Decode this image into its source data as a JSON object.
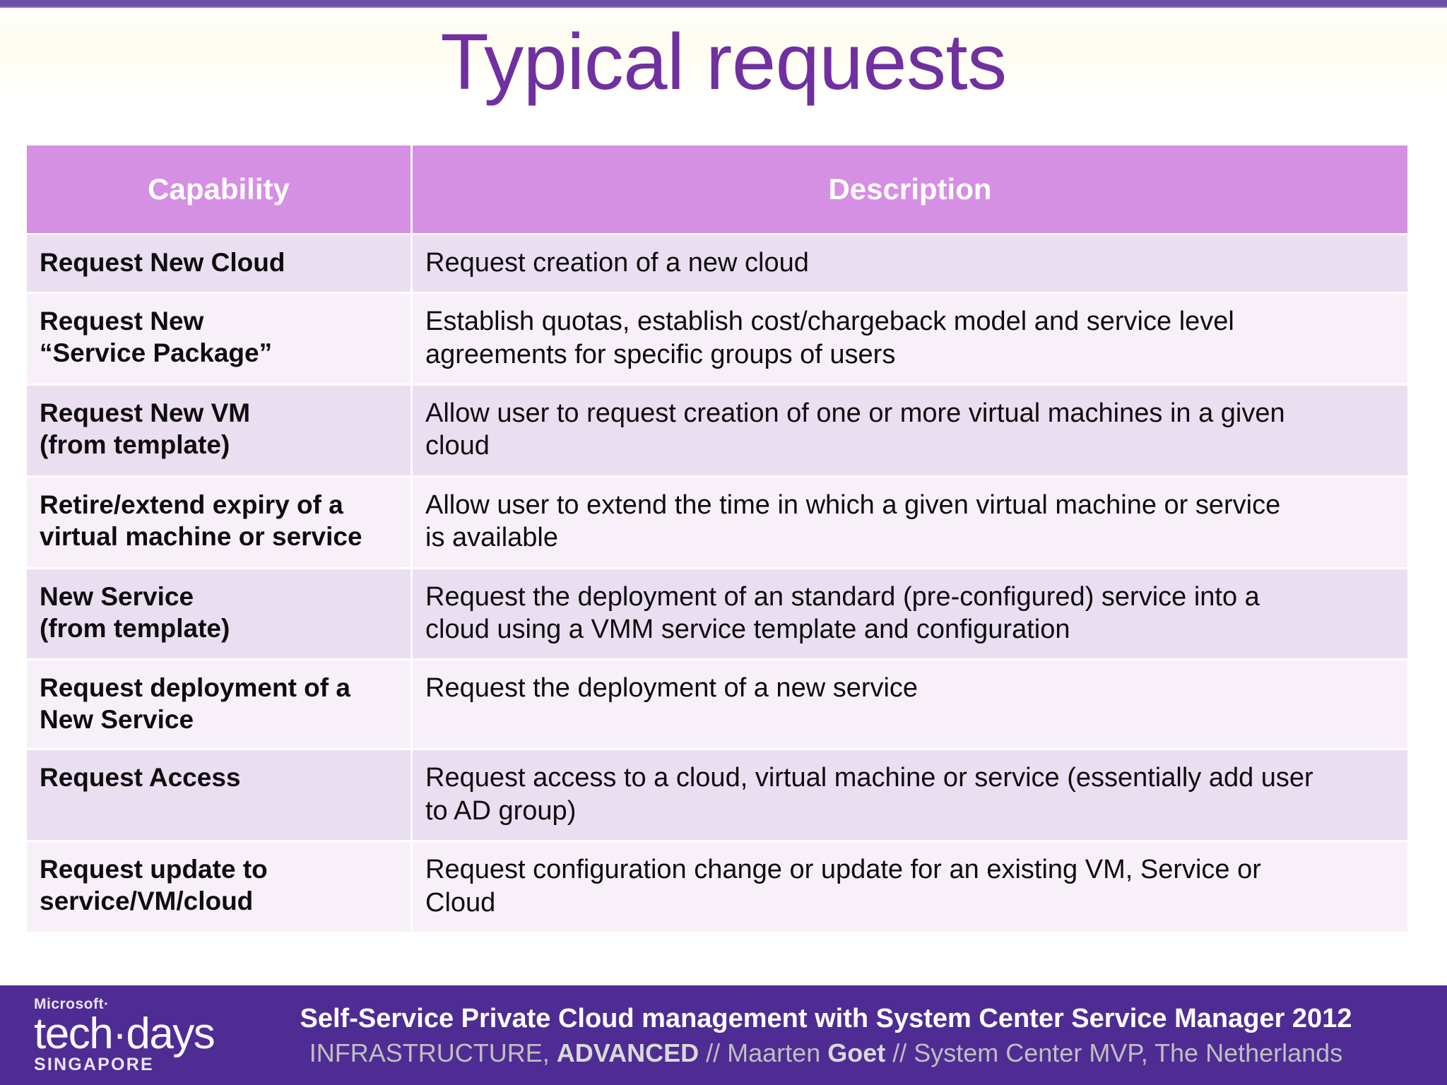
{
  "slide": {
    "title": "Typical requests",
    "title_color": "#7030A0",
    "top_bar_color": "#6a4fa8"
  },
  "table": {
    "header": {
      "capability": "Capability",
      "description": "Description",
      "bg_color": "#D58FE3",
      "text_color": "#FFFFFF"
    },
    "row_colors": {
      "odd": "#EADEF1",
      "even": "#F8F0F9"
    },
    "rows": [
      {
        "capability_lines": [
          "Request New Cloud"
        ],
        "description_lines": [
          "Request creation of a new cloud"
        ]
      },
      {
        "capability_lines": [
          "Request New",
          "“Service Package”"
        ],
        "description_lines": [
          "Establish quotas, establish cost/chargeback model and service level",
          "agreements for specific groups of users"
        ]
      },
      {
        "capability_lines": [
          "Request New VM",
          "(from template)"
        ],
        "description_lines": [
          "Allow user to request creation of one or more virtual machines in a given",
          "cloud"
        ]
      },
      {
        "capability_lines": [
          "Retire/extend expiry of a",
          "virtual machine or service"
        ],
        "description_lines": [
          "Allow user to extend the time in which a given virtual machine or service",
          "is available"
        ]
      },
      {
        "capability_lines": [
          "New Service",
          "(from template)"
        ],
        "description_lines": [
          "Request the deployment of an standard (pre-configured) service into a",
          "cloud using a VMM service template and configuration"
        ]
      },
      {
        "capability_lines": [
          "Request deployment of a",
          "New Service"
        ],
        "description_lines": [
          "Request the deployment of a new service"
        ]
      },
      {
        "capability_lines": [
          "Request Access"
        ],
        "description_lines": [
          "Request access to a cloud, virtual machine or service (essentially add user",
          "to AD group)"
        ]
      },
      {
        "capability_lines": [
          "Request update to",
          "service/VM/cloud"
        ],
        "description_lines": [
          "Request configuration change or update for an existing VM, Service or",
          "Cloud"
        ]
      }
    ]
  },
  "footer": {
    "bg_color": "#4F2C93",
    "logo": {
      "microsoft": "Microsoft·",
      "techdays": "tech·days",
      "city": "SINGAPORE"
    },
    "line1": "Self-Service Private Cloud management with System Center Service Manager 2012",
    "line2": {
      "pre": "INFRASTRUCTURE, ",
      "bold1": "ADVANCED",
      "mid": " // Maarten ",
      "bold2": "Goet",
      "post": " // System Center MVP, The Netherlands"
    }
  }
}
